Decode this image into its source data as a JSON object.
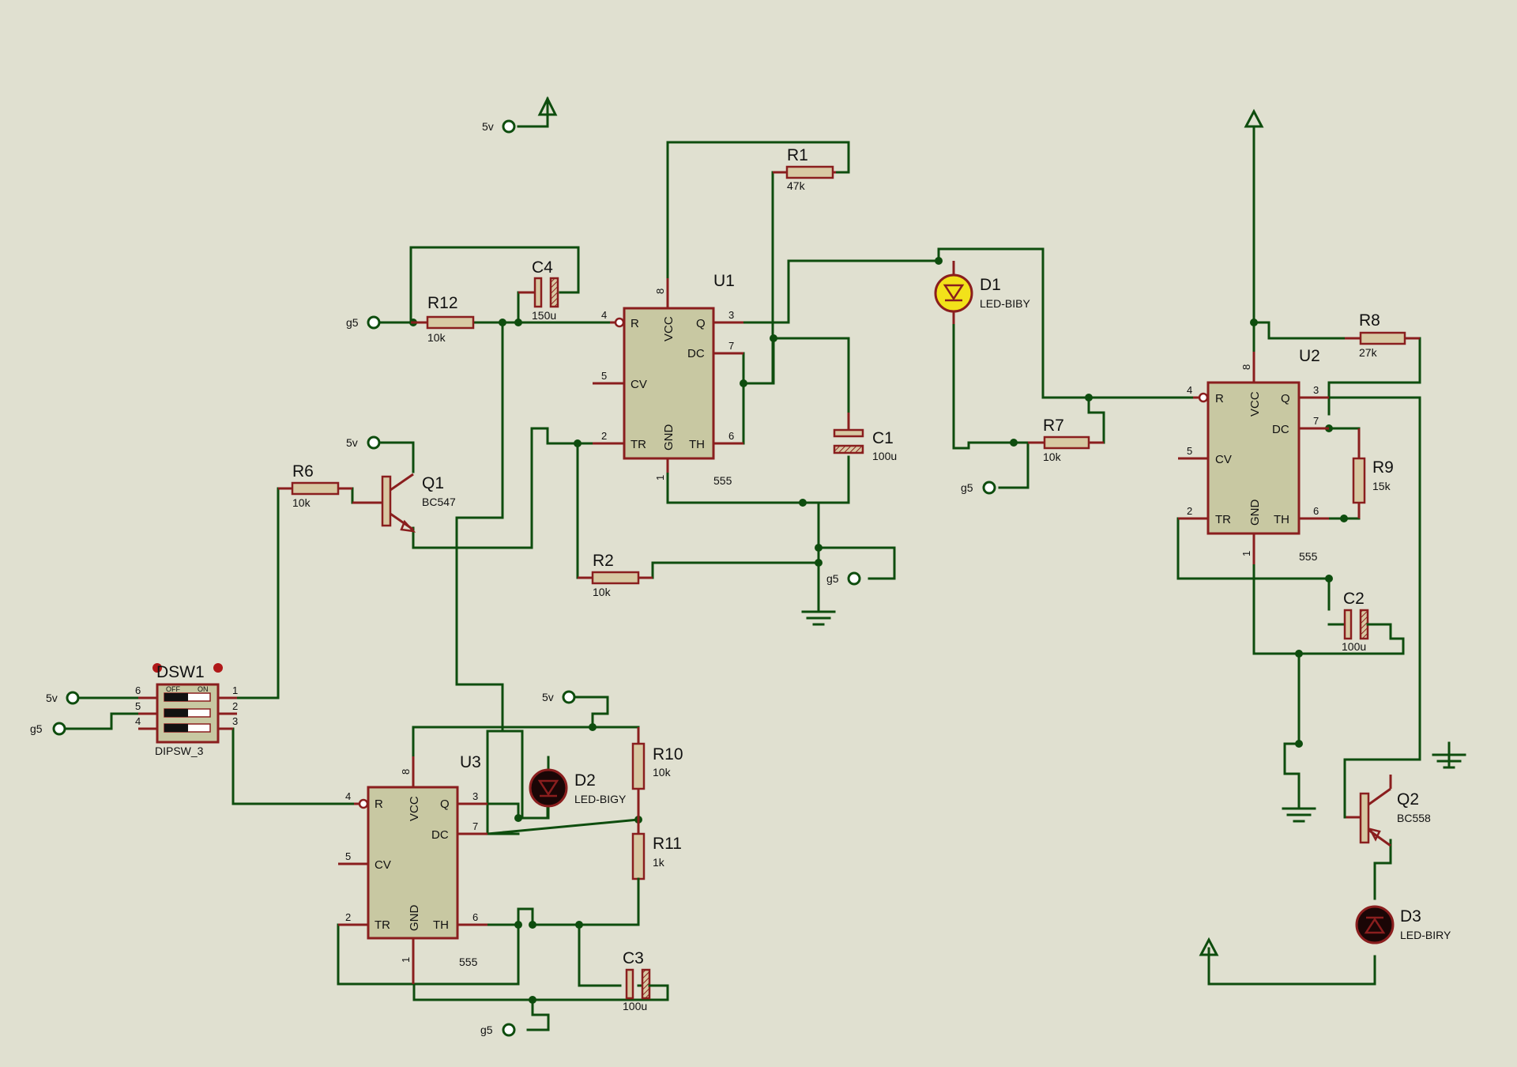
{
  "components": {
    "U1": {
      "ref": "U1",
      "value": "555",
      "pins": {
        "r": "R",
        "vcc": "VCC",
        "q": "Q",
        "dc": "DC",
        "cv": "CV",
        "tr": "TR",
        "gnd": "GND",
        "th": "TH"
      },
      "pinnums": {
        "p8": "8",
        "p4": "4",
        "p3": "3",
        "p7": "7",
        "p5": "5",
        "p2": "2",
        "p6": "6",
        "p1": "1"
      }
    },
    "U2": {
      "ref": "U2",
      "value": "555",
      "pins": {
        "r": "R",
        "vcc": "VCC",
        "q": "Q",
        "dc": "DC",
        "cv": "CV",
        "tr": "TR",
        "gnd": "GND",
        "th": "TH"
      },
      "pinnums": {
        "p8": "8",
        "p4": "4",
        "p3": "3",
        "p7": "7",
        "p5": "5",
        "p2": "2",
        "p6": "6",
        "p1": "1"
      }
    },
    "U3": {
      "ref": "U3",
      "value": "555",
      "pins": {
        "r": "R",
        "vcc": "VCC",
        "q": "Q",
        "dc": "DC",
        "cv": "CV",
        "tr": "TR",
        "gnd": "GND",
        "th": "TH"
      },
      "pinnums": {
        "p8": "8",
        "p4": "4",
        "p3": "3",
        "p7": "7",
        "p5": "5",
        "p2": "2",
        "p6": "6",
        "p1": "1"
      }
    },
    "R1": {
      "ref": "R1",
      "value": "47k"
    },
    "R2": {
      "ref": "R2",
      "value": "10k"
    },
    "R6": {
      "ref": "R6",
      "value": "10k"
    },
    "R7": {
      "ref": "R7",
      "value": "10k"
    },
    "R8": {
      "ref": "R8",
      "value": "27k"
    },
    "R9": {
      "ref": "R9",
      "value": "15k"
    },
    "R10": {
      "ref": "R10",
      "value": "10k"
    },
    "R11": {
      "ref": "R11",
      "value": "1k"
    },
    "R12": {
      "ref": "R12",
      "value": "10k"
    },
    "C1": {
      "ref": "C1",
      "value": "100u"
    },
    "C2": {
      "ref": "C2",
      "value": "100u"
    },
    "C3": {
      "ref": "C3",
      "value": "100u"
    },
    "C4": {
      "ref": "C4",
      "value": "150u"
    },
    "D1": {
      "ref": "D1",
      "value": "LED-BIBY"
    },
    "D2": {
      "ref": "D2",
      "value": "LED-BIGY"
    },
    "D3": {
      "ref": "D3",
      "value": "LED-BIRY"
    },
    "Q1": {
      "ref": "Q1",
      "value": "BC547"
    },
    "Q2": {
      "ref": "Q2",
      "value": "BC558"
    },
    "DSW1": {
      "ref": "DSW1",
      "value": "DIPSW_3",
      "off": "OFF",
      "on": "ON",
      "pins": {
        "p6": "6",
        "p5": "5",
        "p4": "4",
        "p1": "1",
        "p2": "2",
        "p3": "3"
      }
    }
  },
  "terminals": {
    "t5v_top": "5v",
    "t5v_q1": "5v",
    "t5v_sw": "5v",
    "t5v_u3": "5v",
    "tg5_r12": "g5",
    "tg5_sw": "g5",
    "tg5_u1": "g5",
    "tg5_r7": "g5",
    "tg5_u3": "g5"
  },
  "colors": {
    "background": "#e0e0d0",
    "wire": "#0e4d0e",
    "component_outline": "#8a1e1e",
    "chip_fill": "#c8c8a2",
    "led_on": "#f2e21a",
    "led_off": "#1a0606"
  }
}
